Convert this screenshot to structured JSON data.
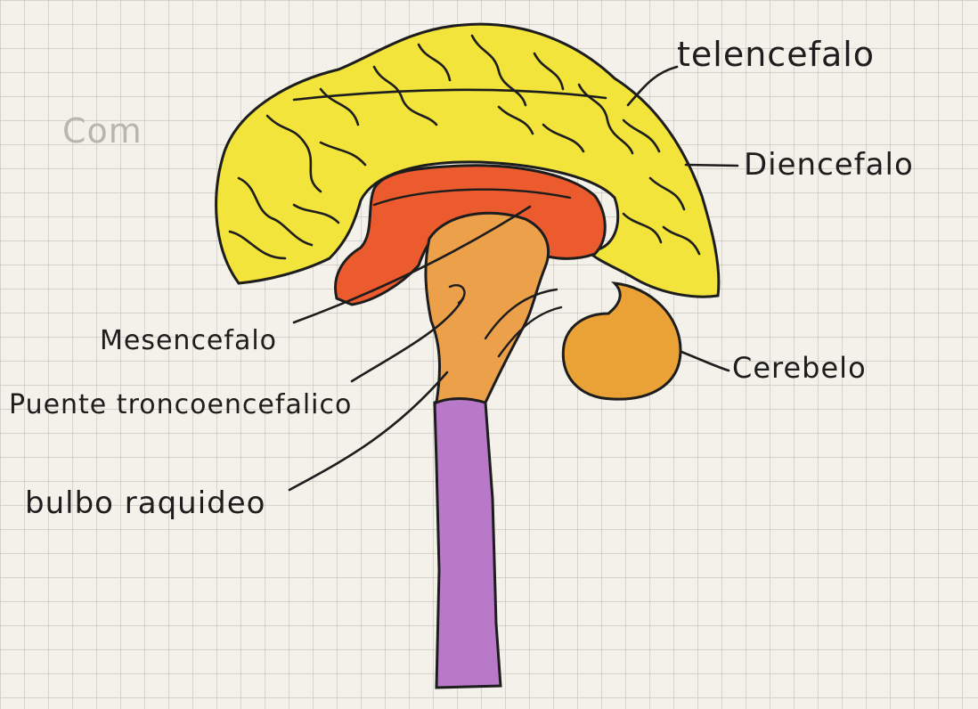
{
  "diagram": {
    "labels": {
      "telencefalo": "telencefalo",
      "diencefalo": "Diencefalo",
      "mesencefalo": "Mesencefalo",
      "puente": "Puente troncoencefalico",
      "cerebelo": "Cerebelo",
      "bulbo": "bulbo raquideo",
      "faded_corner": "Com"
    },
    "colors": {
      "paper": "#f4f1ea",
      "grid": "#c9c7c0",
      "telencephalon": "#f2e43a",
      "diencephalon": "#ec5b2e",
      "brainstem": "#eda04a",
      "cerebellum": "#eaa236",
      "spinal_cord": "#b87ac8",
      "ink": "#1d1d1d"
    }
  }
}
